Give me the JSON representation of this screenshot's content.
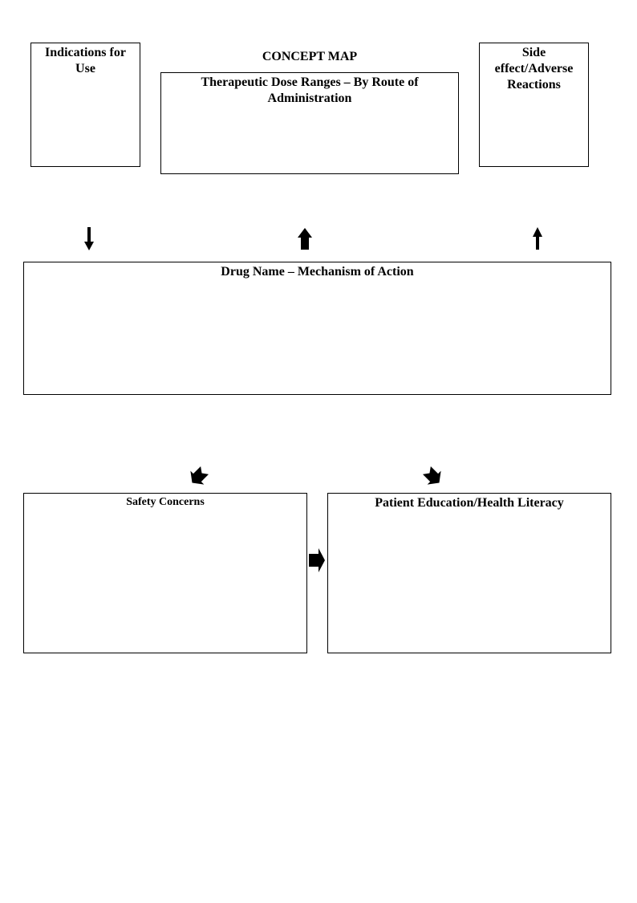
{
  "title": "CONCEPT MAP",
  "boxes": {
    "indications": "Indications for Use",
    "dose_ranges": "Therapeutic Dose Ranges – By Route of Administration",
    "side_effects": "Side effect/Adverse Reactions",
    "mechanism": "Drug Name – Mechanism of Action",
    "safety": "Safety Concerns",
    "education": "Patient Education/Health Literacy"
  },
  "arrows": {
    "indications": "arrow-down",
    "dose_ranges": "arrow-up",
    "side_effects": "arrow-up",
    "safety": "arrow-down-left",
    "education": "arrow-down-right",
    "safety_to_education": "arrow-right"
  }
}
